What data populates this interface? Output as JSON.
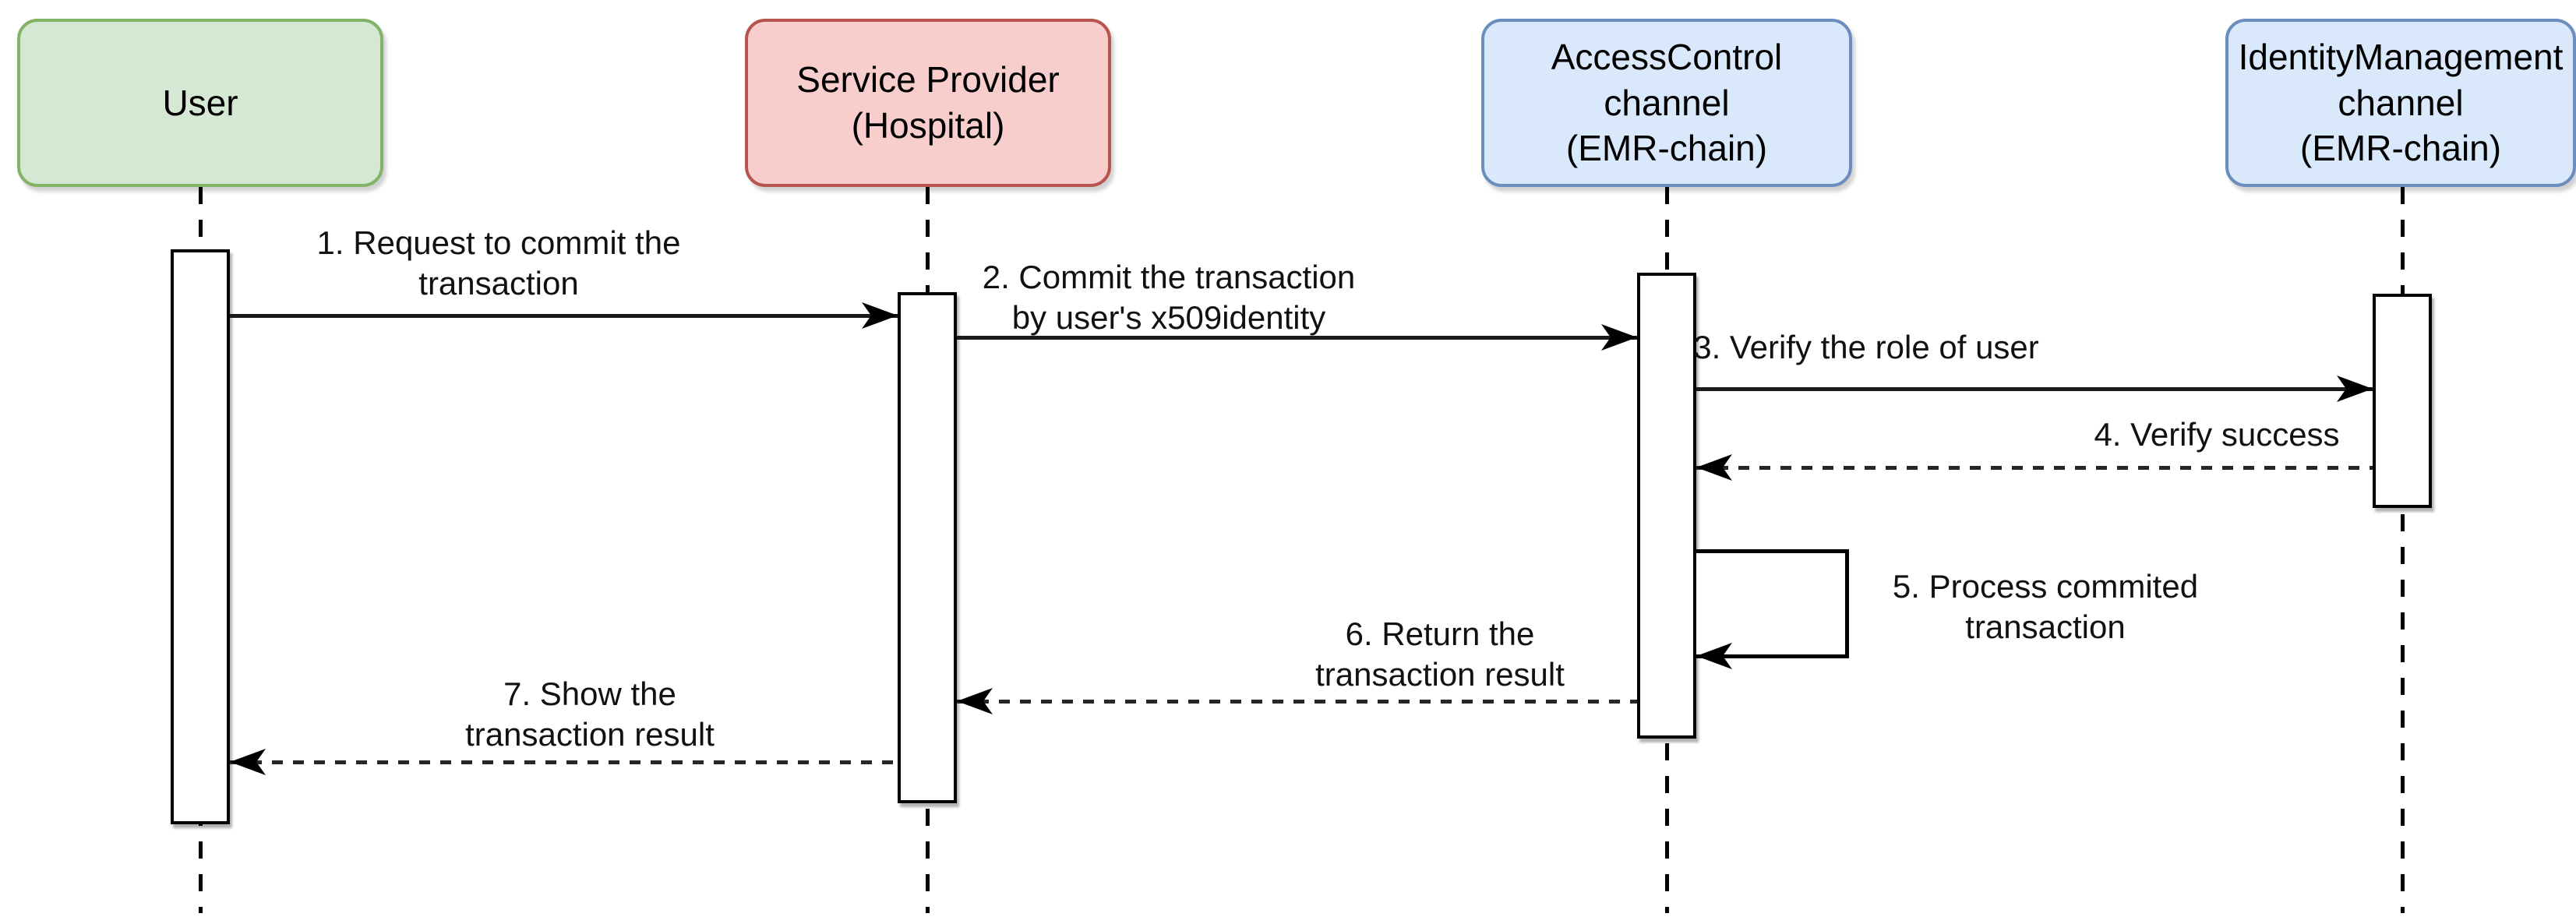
{
  "diagram": {
    "type": "uml-sequence-diagram",
    "background": "#ffffff",
    "line_color": "#000000",
    "activation_fill": "#ffffff"
  },
  "actors": [
    {
      "id": "user",
      "label": "User",
      "fill": "#d5e8d4",
      "border": "#82b366"
    },
    {
      "id": "service-provider",
      "label": "Service Provider\n(Hospital)",
      "fill": "#f8cecc",
      "border": "#b85450"
    },
    {
      "id": "access-control",
      "label": "AccessControl channel\n(EMR-chain)",
      "fill": "#dae8fc",
      "border": "#6c8ebf"
    },
    {
      "id": "identity-management",
      "label": "IdentityManagement\nchannel\n(EMR-chain)",
      "fill": "#dae8fc",
      "border": "#6c8ebf"
    }
  ],
  "messages": [
    {
      "num": 1,
      "label": "1. Request to commit the\ntransaction",
      "from": "User",
      "to": "Service Provider (Hospital)",
      "line": "solid",
      "direction": "right"
    },
    {
      "num": 2,
      "label": "2. Commit the transaction\nby user's x509identity",
      "from": "Service Provider (Hospital)",
      "to": "AccessControl channel (EMR-chain)",
      "line": "solid",
      "direction": "right"
    },
    {
      "num": 3,
      "label": "3. Verify the role of user",
      "from": "AccessControl channel (EMR-chain)",
      "to": "IdentityManagement channel (EMR-chain)",
      "line": "solid",
      "direction": "right"
    },
    {
      "num": 4,
      "label": "4. Verify success",
      "from": "IdentityManagement channel (EMR-chain)",
      "to": "AccessControl channel (EMR-chain)",
      "line": "dashed",
      "direction": "left"
    },
    {
      "num": 5,
      "label": "5. Process commited\ntransaction",
      "from": "AccessControl channel (EMR-chain)",
      "to": "AccessControl channel (EMR-chain)",
      "line": "solid",
      "direction": "self"
    },
    {
      "num": 6,
      "label": "6. Return the\ntransaction result",
      "from": "AccessControl channel (EMR-chain)",
      "to": "Service Provider (Hospital)",
      "line": "dashed",
      "direction": "left"
    },
    {
      "num": 7,
      "label": "7. Show the\ntransaction result",
      "from": "Service Provider (Hospital)",
      "to": "User",
      "line": "dashed",
      "direction": "left"
    }
  ]
}
